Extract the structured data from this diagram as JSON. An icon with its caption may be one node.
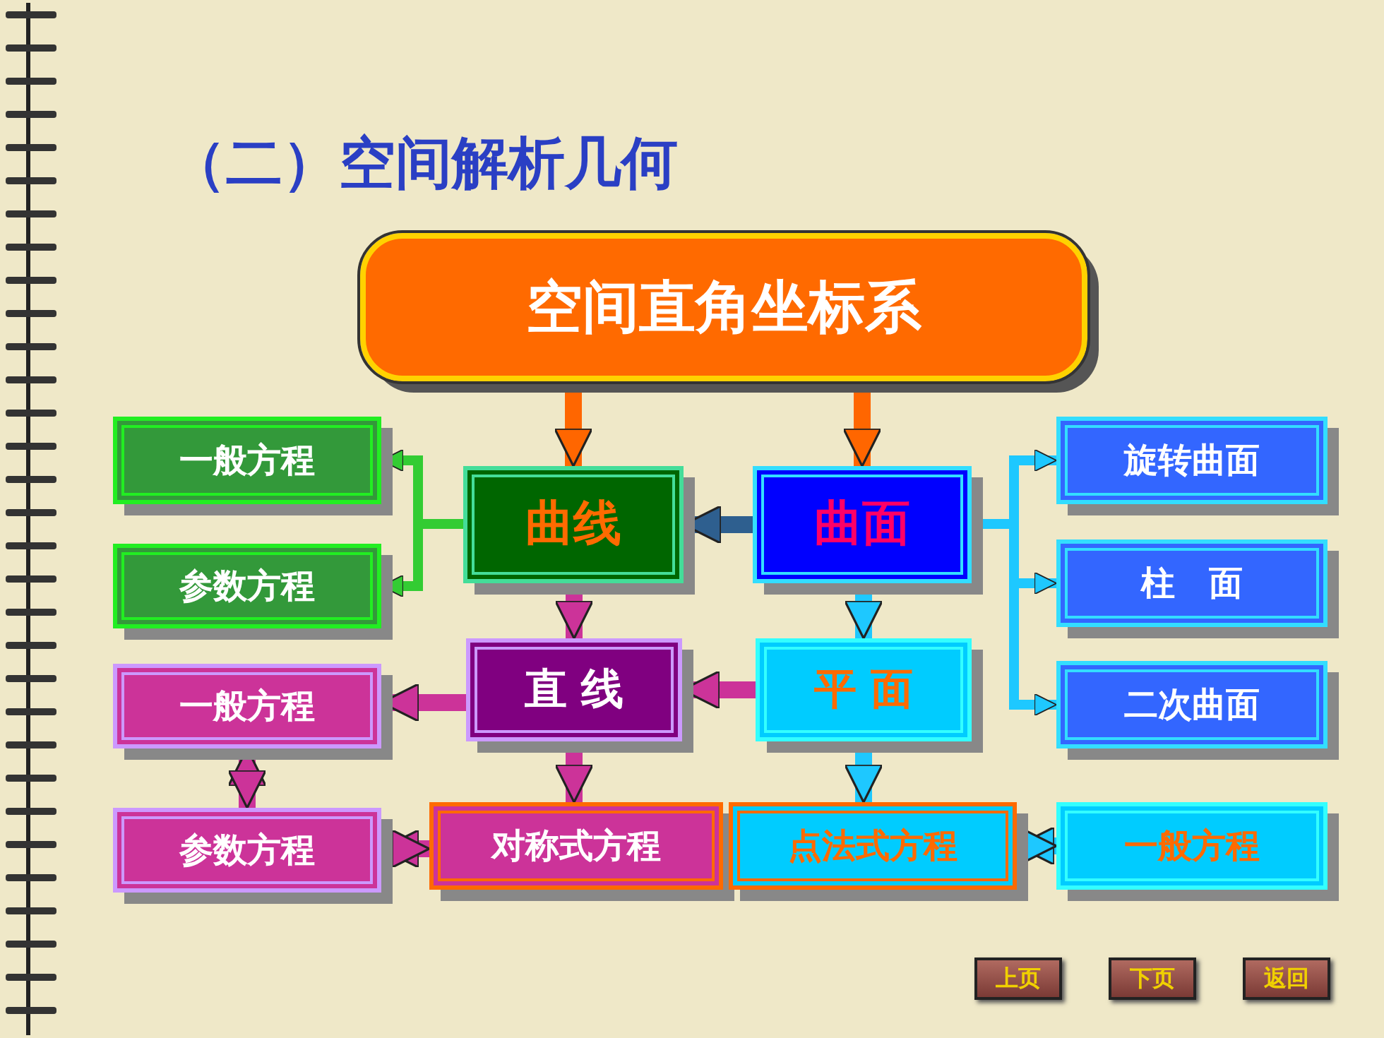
{
  "diagram": {
    "title": "（二）空间解析几何",
    "nodes": [
      {
        "text": [
          "空间直角坐标系"
        ]
      },
      {
        "text": [
          "一般方程"
        ]
      },
      {
        "text": [
          "参数方程"
        ]
      },
      {
        "text": [
          "曲线"
        ]
      },
      {
        "text": [
          "曲面"
        ]
      },
      {
        "text": [
          "旋转曲面"
        ]
      },
      {
        "text": [
          "柱　面"
        ]
      },
      {
        "text": [
          "一般方程"
        ]
      },
      {
        "text": [
          "直 线"
        ]
      },
      {
        "text": [
          "平 面"
        ]
      },
      {
        "text": [
          "二次曲面"
        ]
      },
      {
        "text": [
          "参数方程"
        ]
      },
      {
        "text": [
          "对称式方程"
        ]
      },
      {
        "text": [
          "点法式方程"
        ]
      },
      {
        "text": [
          "一般方程"
        ]
      }
    ],
    "edges": [
      {
        "from": 0,
        "to": 3,
        "arrow": "to",
        "color": "#ff6600"
      },
      {
        "from": 0,
        "to": 4,
        "arrow": "to",
        "color": "#ff6600"
      },
      {
        "from": 3,
        "to": 1,
        "arrow": "to",
        "color": "#33cc33"
      },
      {
        "from": 3,
        "to": 2,
        "arrow": "to",
        "color": "#33cc33"
      },
      {
        "from": 4,
        "to": 3,
        "arrow": "to",
        "color": "#2e5f8f"
      },
      {
        "from": 4,
        "to": 5,
        "arrow": "to"
      },
      {
        "from": 4,
        "to": 6,
        "arrow": "to"
      },
      {
        "from": 4,
        "to": 10,
        "arrow": "to"
      },
      {
        "from": 3,
        "to": 8,
        "arrow": "to",
        "color": "#cc3399"
      },
      {
        "from": 4,
        "to": 9,
        "arrow": "to"
      },
      {
        "from": 8,
        "to": 7,
        "arrow": "to",
        "color": "#cc3399"
      },
      {
        "from": 9,
        "to": 8,
        "arrow": "to",
        "color": "#cc3399"
      },
      {
        "from": 7,
        "to": 11,
        "arrow": "both",
        "color": "#cc3399"
      },
      {
        "from": 11,
        "to": 12,
        "arrow": "both",
        "color": "#cc3399"
      },
      {
        "from": 8,
        "to": 12,
        "arrow": "to",
        "color": "#cc3399"
      },
      {
        "from": 9,
        "to": 13,
        "arrow": "to"
      },
      {
        "from": 13,
        "to": 14,
        "arrow": "both"
      }
    ],
    "labels": [
      "上页",
      "下页",
      "返回"
    ]
  }
}
